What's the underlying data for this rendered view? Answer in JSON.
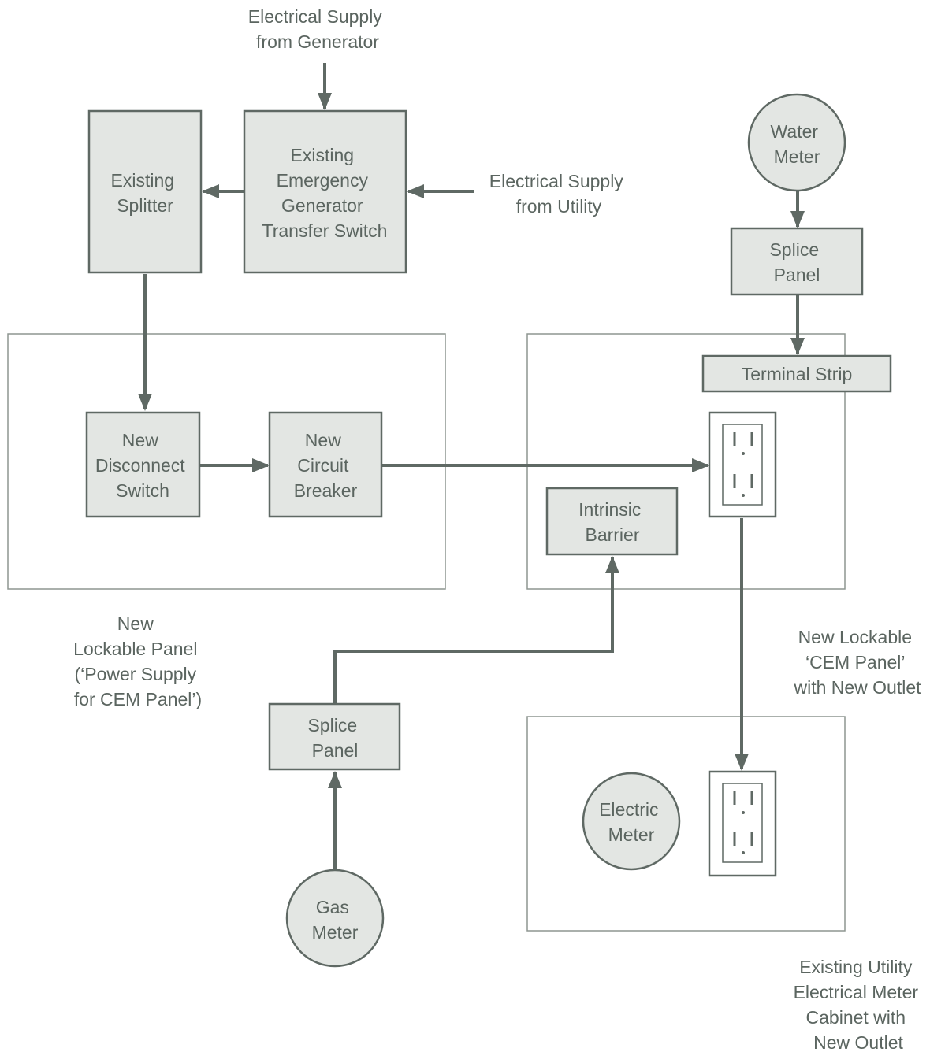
{
  "colors": {
    "stroke": "#5f6964",
    "box_fill": "#e3e6e3",
    "text": "#5b6560",
    "panel_border": "#8e9691",
    "background": "#ffffff"
  },
  "labels": {
    "supply_generator": [
      "Electrical Supply",
      "from Generator"
    ],
    "supply_utility": [
      "Electrical Supply",
      "from Utility"
    ],
    "lockable_panel": [
      "New",
      "Lockable Panel",
      "(‘Power Supply",
      "for CEM Panel’)"
    ],
    "cem_panel": [
      "New Lockable",
      "‘CEM Panel’",
      "with New Outlet"
    ],
    "meter_cabinet": [
      "Existing Utility",
      "Electrical Meter",
      "Cabinet with",
      "New Outlet"
    ]
  },
  "nodes": {
    "existing_splitter": [
      "Existing",
      "Splitter"
    ],
    "transfer_switch": [
      "Existing",
      "Emergency",
      "Generator",
      "Transfer Switch"
    ],
    "water_meter": [
      "Water",
      "Meter"
    ],
    "splice_panel_top": [
      "Splice",
      "Panel"
    ],
    "terminal_strip": [
      "Terminal Strip"
    ],
    "disconnect_switch": [
      "New",
      "Disconnect",
      "Switch"
    ],
    "circuit_breaker": [
      "New",
      "Circuit",
      "Breaker"
    ],
    "intrinsic_barrier": [
      "Intrinsic",
      "Barrier"
    ],
    "splice_panel_bottom": [
      "Splice",
      "Panel"
    ],
    "gas_meter": [
      "Gas",
      "Meter"
    ],
    "electric_meter": [
      "Electric",
      "Meter"
    ]
  },
  "icons": [
    "outlet-icon",
    "outlet-icon"
  ]
}
